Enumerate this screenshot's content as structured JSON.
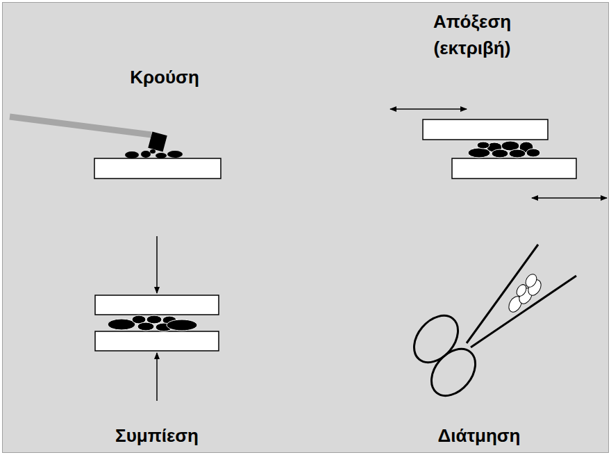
{
  "diagram": {
    "labels": [
      "Κρούση",
      "Απόξεση (εκτριβή)",
      "Συμπίεση",
      "Διάτμηση"
    ]
  }
}
